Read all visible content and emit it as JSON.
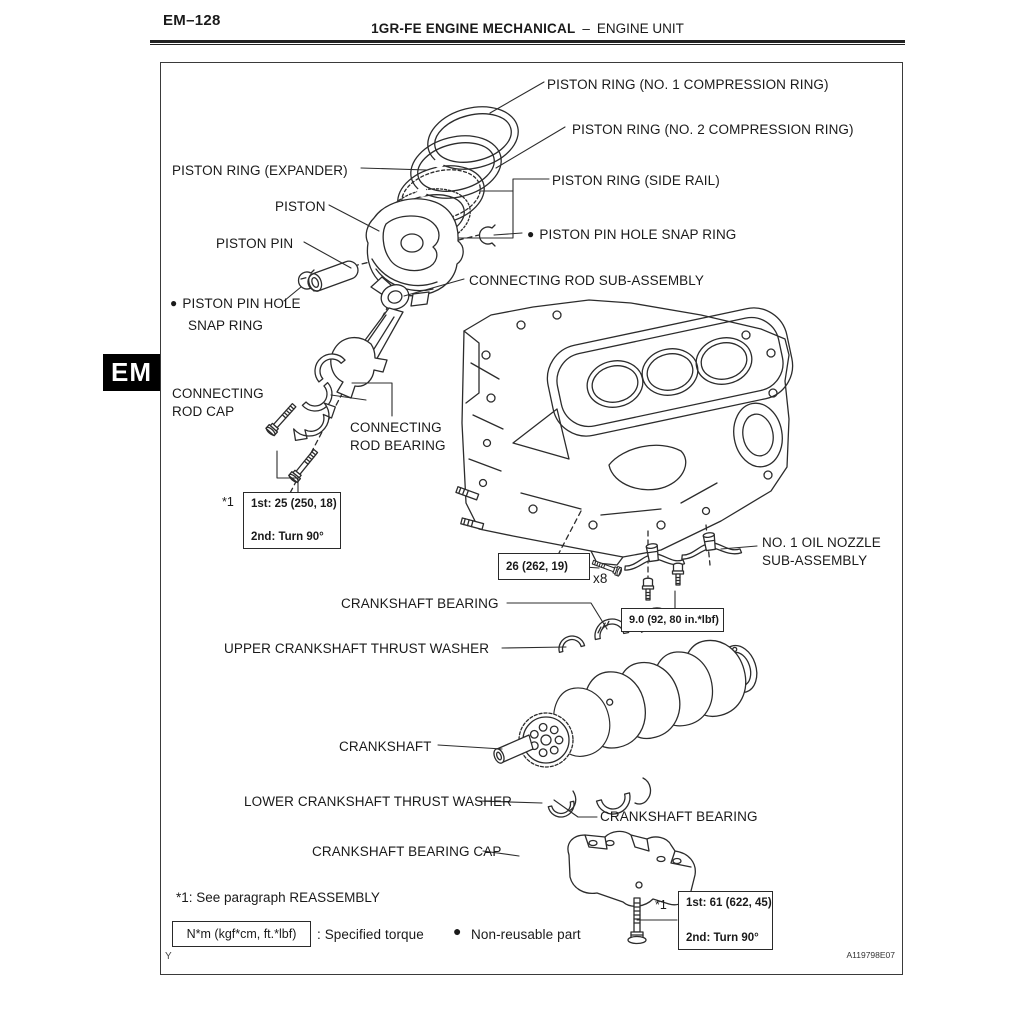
{
  "header": {
    "page_number": "EM–128",
    "section": "1GR-FE ENGINE MECHANICAL",
    "divider": "–",
    "subsection": "ENGINE UNIT",
    "tab": "EM"
  },
  "labels": {
    "ring1": "PISTON RING (NO. 1 COMPRESSION RING)",
    "ring2": "PISTON RING (NO. 2 COMPRESSION RING)",
    "expander": "PISTON RING (EXPANDER)",
    "side_rail": "PISTON RING (SIDE RAIL)",
    "piston": "PISTON",
    "piston_pin": "PISTON PIN",
    "snap_ring_right": "PISTON PIN HOLE SNAP RING",
    "snap_ring_left_line1": "PISTON PIN HOLE",
    "snap_ring_left_line2": "SNAP RING",
    "connecting_rod": "CONNECTING ROD SUB-ASSEMBLY",
    "rod_cap_line1": "CONNECTING",
    "rod_cap_line2": "ROD CAP",
    "rod_bearing_line1": "CONNECTING",
    "rod_bearing_line2": "ROD BEARING",
    "oil_nozzle_line1": "NO. 1 OIL NOZZLE",
    "oil_nozzle_line2": "SUB-ASSEMBLY",
    "crank_bearing_upper": "CRANKSHAFT BEARING",
    "upper_thrust_washer": "UPPER CRANKSHAFT THRUST WASHER",
    "crankshaft": "CRANKSHAFT",
    "lower_thrust_washer": "LOWER CRANKSHAFT THRUST WASHER",
    "crank_bearing_lower": "CRANKSHAFT BEARING",
    "bearing_cap": "CRANKSHAFT BEARING CAP"
  },
  "torque": {
    "marker": "*1",
    "box1_line1": "1st: 25 (250, 18)",
    "box1_line2": "2nd: Turn 90°",
    "box26": "26 (262, 19)",
    "bolt_count": "x8",
    "box9": "9.0 (92, 80 in.*lbf)",
    "box2_line1": "1st: 61 (622, 45)",
    "box2_line2": "2nd: Turn 90°"
  },
  "legend": {
    "bullet": "●",
    "footnote": "*1: See paragraph REASSEMBLY",
    "torque_symbol": "N*m (kgf*cm, ft.*lbf)",
    "torque_label": ": Specified torque",
    "nonreusable_label": "Non-reusable part"
  },
  "footer": {
    "figure_code": "A119798E07",
    "corner_mark": "Y"
  }
}
